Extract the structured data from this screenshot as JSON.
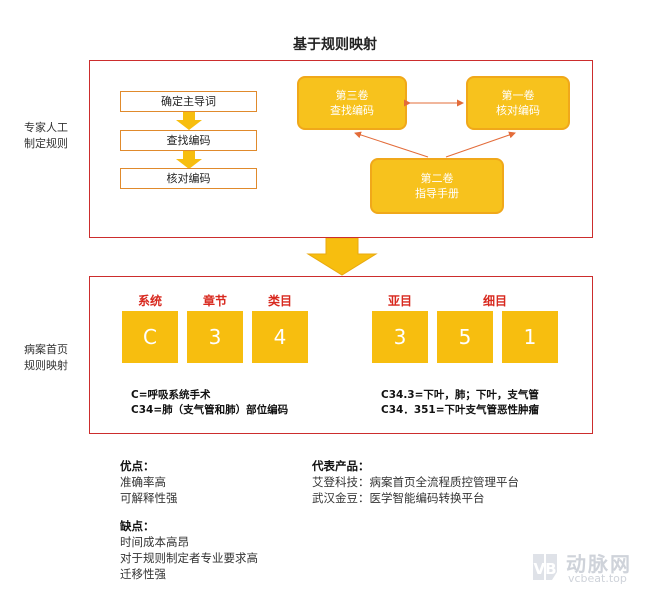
{
  "title": "基于规则映射",
  "top_section": {
    "side_label_line1": "专家人工",
    "side_label_line2": "制定规则",
    "steps": [
      "确定主导词",
      "查找编码",
      "核对编码"
    ],
    "volumes": {
      "vol3": {
        "line1": "第三卷",
        "line2": "查找编码"
      },
      "vol1": {
        "line1": "第一卷",
        "line2": "核对编码"
      },
      "vol2": {
        "line1": "第二卷",
        "line2": "指导手册"
      }
    },
    "colors": {
      "box_fill": "#f7c21d",
      "box_border": "#f0a81a",
      "arrow": "#e36c3a"
    }
  },
  "bottom_section": {
    "side_label_line1": "病案首页",
    "side_label_line2": "规则映射",
    "headers": [
      "系统",
      "章节",
      "类目",
      "亚目",
      "细目"
    ],
    "codes": [
      "C",
      "3",
      "4",
      "3",
      "5",
      "1"
    ],
    "left_desc": [
      "C=呼吸系统手术",
      "C34=肺（支气管和肺）部位编码"
    ],
    "right_desc": [
      "C34.3=下叶，肺；下叶，支气管",
      "C34．351=下叶支气管恶性肿瘤"
    ],
    "colors": {
      "header": "#d8291f",
      "cell": "#f7be0f"
    }
  },
  "notes": {
    "pros_title": "优点：",
    "pros": [
      "准确率高",
      "可解释性强"
    ],
    "cons_title": "缺点：",
    "cons": [
      "时间成本高昂",
      "对于规则制定者专业要求高",
      "迁移性强"
    ],
    "products_title": "代表产品：",
    "products": [
      "艾登科技：病案首页全流程质控管理平台",
      "武汉金豆：医学智能编码转换平台"
    ]
  },
  "watermark": {
    "brand": "动脉网",
    "domain": "vcbeat.top"
  },
  "colors": {
    "frame": "#cc2d2d",
    "big_arrow": "#f7be0f"
  }
}
